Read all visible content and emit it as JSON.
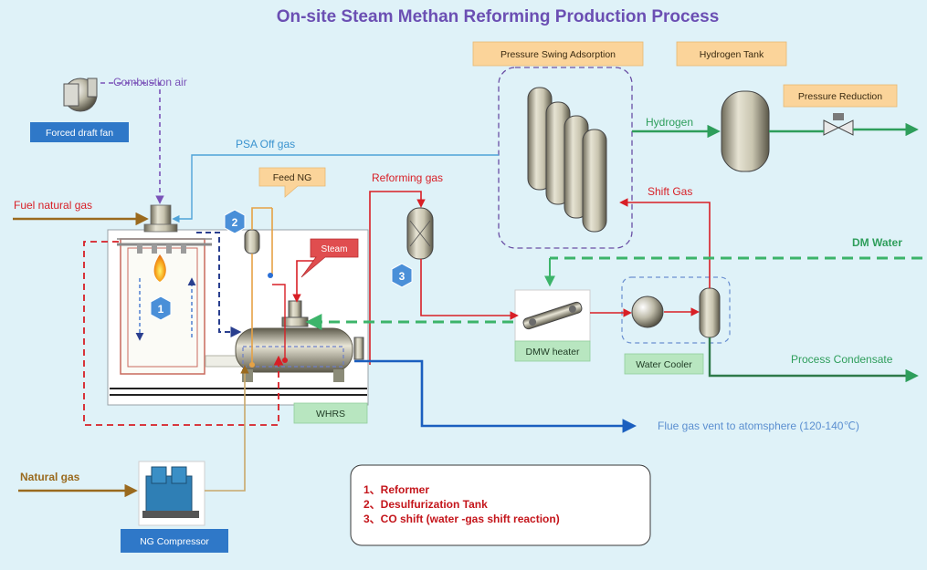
{
  "title": "On-site Steam Methan Reforming Production Process",
  "boxes": {
    "psa": "Pressure Swing Adsorption",
    "h2_tank": "Hydrogen Tank",
    "pressure_reduction": "Pressure Reduction",
    "feed_ng": "Feed NG",
    "steam": "Steam",
    "forced_draft_fan": "Forced draft fan",
    "dmw_heater": "DMW heater",
    "water_cooler": "Water Cooler",
    "whrs": "WHRS",
    "ng_compressor": "NG Compressor"
  },
  "labels": {
    "combustion_air": "Combustion air",
    "psa_off_gas": "PSA Off gas",
    "reforming_gas": "Reforming gas",
    "fuel_natural_gas": "Fuel natural gas",
    "hydrogen": "Hydrogen",
    "shift_gas": "Shift Gas",
    "dm_water": "DM Water",
    "process_condensate": "Process Condensate",
    "flue_gas": "Flue gas vent to atomsphere  (120-140℃)",
    "natural_gas": "Natural gas"
  },
  "markers": {
    "m1": "1",
    "m2": "2",
    "m3": "3"
  },
  "legend": [
    "1、Reformer",
    "2、Desulfurization Tank",
    "3、CO shift (water -gas shift reaction)"
  ],
  "colors": {
    "background": "#dff2f8",
    "title": "#6b4fb3",
    "hydrogen_line": "#2e9e5b",
    "gas_red": "#d81f26",
    "purple_air": "#7a52b8",
    "psa_line": "#4fa3d8",
    "fuel_brown": "#9a6a1e",
    "dm_water_green": "#3cb46a",
    "flue_blue": "#1b5fbf",
    "orange_box": "#fbd49a",
    "green_box": "#b8e6c0",
    "blue_box": "#2f78c8",
    "marker_blue": "#4a8fd8"
  }
}
